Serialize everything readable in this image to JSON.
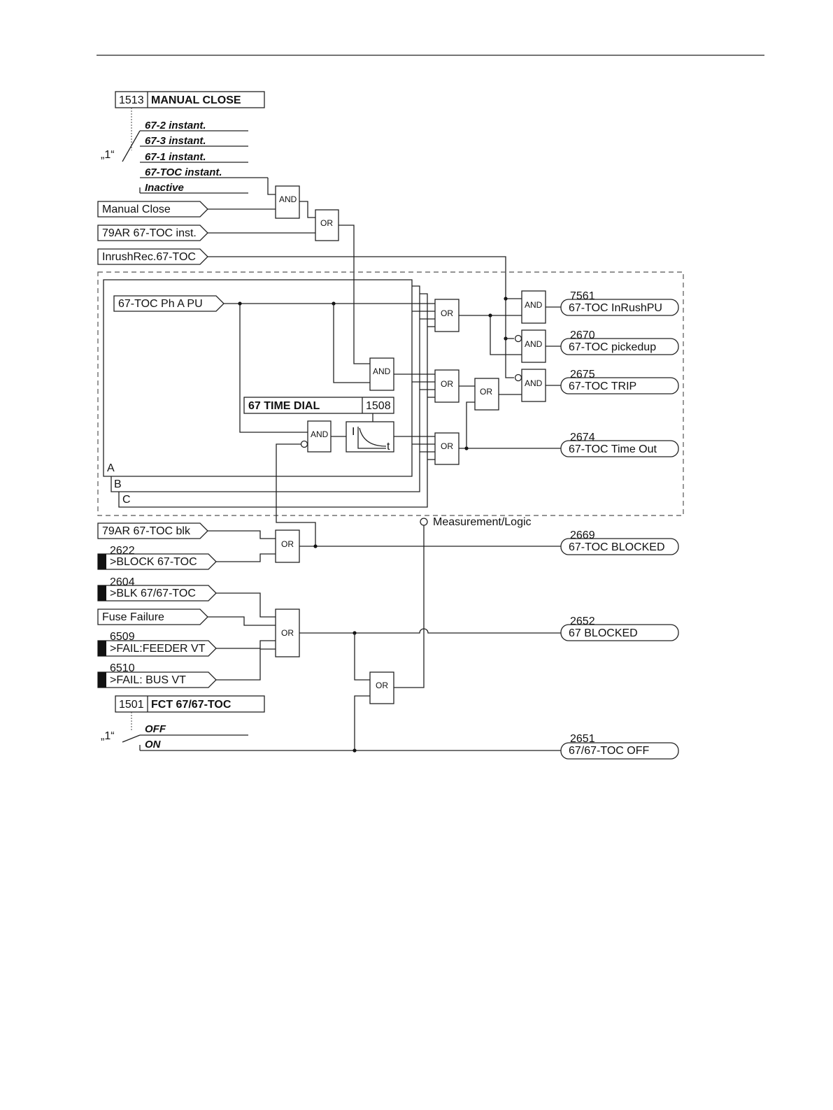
{
  "settings": {
    "manual_close": {
      "number": "1513",
      "name": "MANUAL CLOSE",
      "selector": "„1“",
      "options": [
        "67-2 instant.",
        "67-3 instant.",
        "67-1 instant.",
        "67-TOC instant.",
        "Inactive"
      ]
    },
    "time_dial": {
      "name": "67 TIME DIAL",
      "number": "1508"
    },
    "function": {
      "number": "1501",
      "name": "FCT 67/67-TOC",
      "selector": "„1“",
      "options": [
        "OFF",
        "ON"
      ]
    }
  },
  "inputs": {
    "manual_close": "Manual Close",
    "ar_toc_inst": "79AR 67-TOC inst.",
    "inrush": "InrushRec.67-TOC",
    "toc_ph_a": "67-TOC Ph A PU",
    "ar_toc_blk": "79AR 67-TOC blk",
    "block_toc": {
      "number": "2622",
      "label": ">BLOCK 67-TOC"
    },
    "blk_67": {
      "number": "2604",
      "label": ">BLK 67/67-TOC"
    },
    "fuse_failure": "Fuse Failure",
    "fail_feeder": {
      "number": "6509",
      "label": ">FAIL:FEEDER VT"
    },
    "fail_bus": {
      "number": "6510",
      "label": ">FAIL: BUS VT"
    }
  },
  "outputs": [
    {
      "number": "7561",
      "label": "67-TOC InRushPU"
    },
    {
      "number": "2670",
      "label": "67-TOC pickedup"
    },
    {
      "number": "2675",
      "label": "67-TOC TRIP"
    },
    {
      "number": "2674",
      "label": "67-TOC Time Out"
    },
    {
      "number": "2669",
      "label": "67-TOC BLOCKED"
    },
    {
      "number": "2652",
      "label": "67 BLOCKED"
    },
    {
      "number": "2651",
      "label": "67/67-TOC  OFF"
    }
  ],
  "gates": {
    "and": "AND",
    "or": "OR"
  },
  "phases": {
    "a": "A",
    "b": "B",
    "c": "C"
  },
  "curve": {
    "i": "I",
    "t": "t"
  },
  "measurement_logic": "Measurement/Logic"
}
